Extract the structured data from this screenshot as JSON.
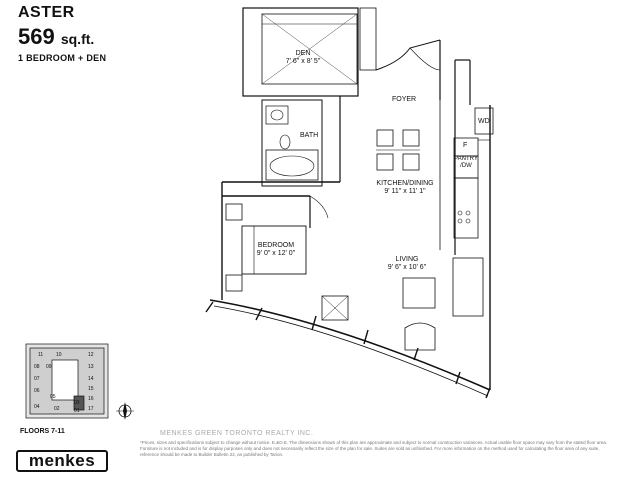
{
  "header": {
    "suite_name": "ASTER",
    "area_value": "569",
    "area_unit": "sq.ft.",
    "bedrooms": "1 BEDROOM + DEN"
  },
  "rooms": {
    "den": {
      "label": "DEN",
      "dims": "7' 6\" x 8' 5\""
    },
    "foyer": {
      "label": "FOYER"
    },
    "bath": {
      "label": "BATH"
    },
    "wd": {
      "label": "WD"
    },
    "fridge": {
      "label": "F"
    },
    "pantry": {
      "label": "PANTRY /DW"
    },
    "kitchen": {
      "label": "KITCHEN/DINING",
      "dims": "9' 11\" x 11' 1\""
    },
    "bedroom": {
      "label": "BEDROOM",
      "dims": "9' 0\" x 12' 0\""
    },
    "living": {
      "label": "LIVING",
      "dims": "9' 6\" x 10' 6\""
    }
  },
  "keyplan": {
    "units": [
      "11",
      "10",
      "12",
      "08",
      "09",
      "13",
      "07",
      "14",
      "15",
      "16",
      "06",
      "05",
      "03",
      "17",
      "04",
      "02",
      "01"
    ],
    "floors_label": "FLOORS 7-11"
  },
  "footer": {
    "logo": "menkes",
    "watermark": "MENKES GREEN TORONTO REALTY INC.",
    "disclaimer": "*Prices, sizes and specifications subject to change without notice. E.&O.E. The dimensions shown of this plan are approximate and subject to normal construction variances. Actual usable floor space may vary from the stated floor area. Furniture is not included and is for display purposes only and does not necessarily reflect the size of the plan for sale. Suites are sold as unfinished. For more information on the method used for calculating the floor area of any suite, reference should be made to Builder Bulletin 22, as published by Tarion."
  },
  "colors": {
    "ink": "#111111",
    "disclaimer": "#777777"
  }
}
